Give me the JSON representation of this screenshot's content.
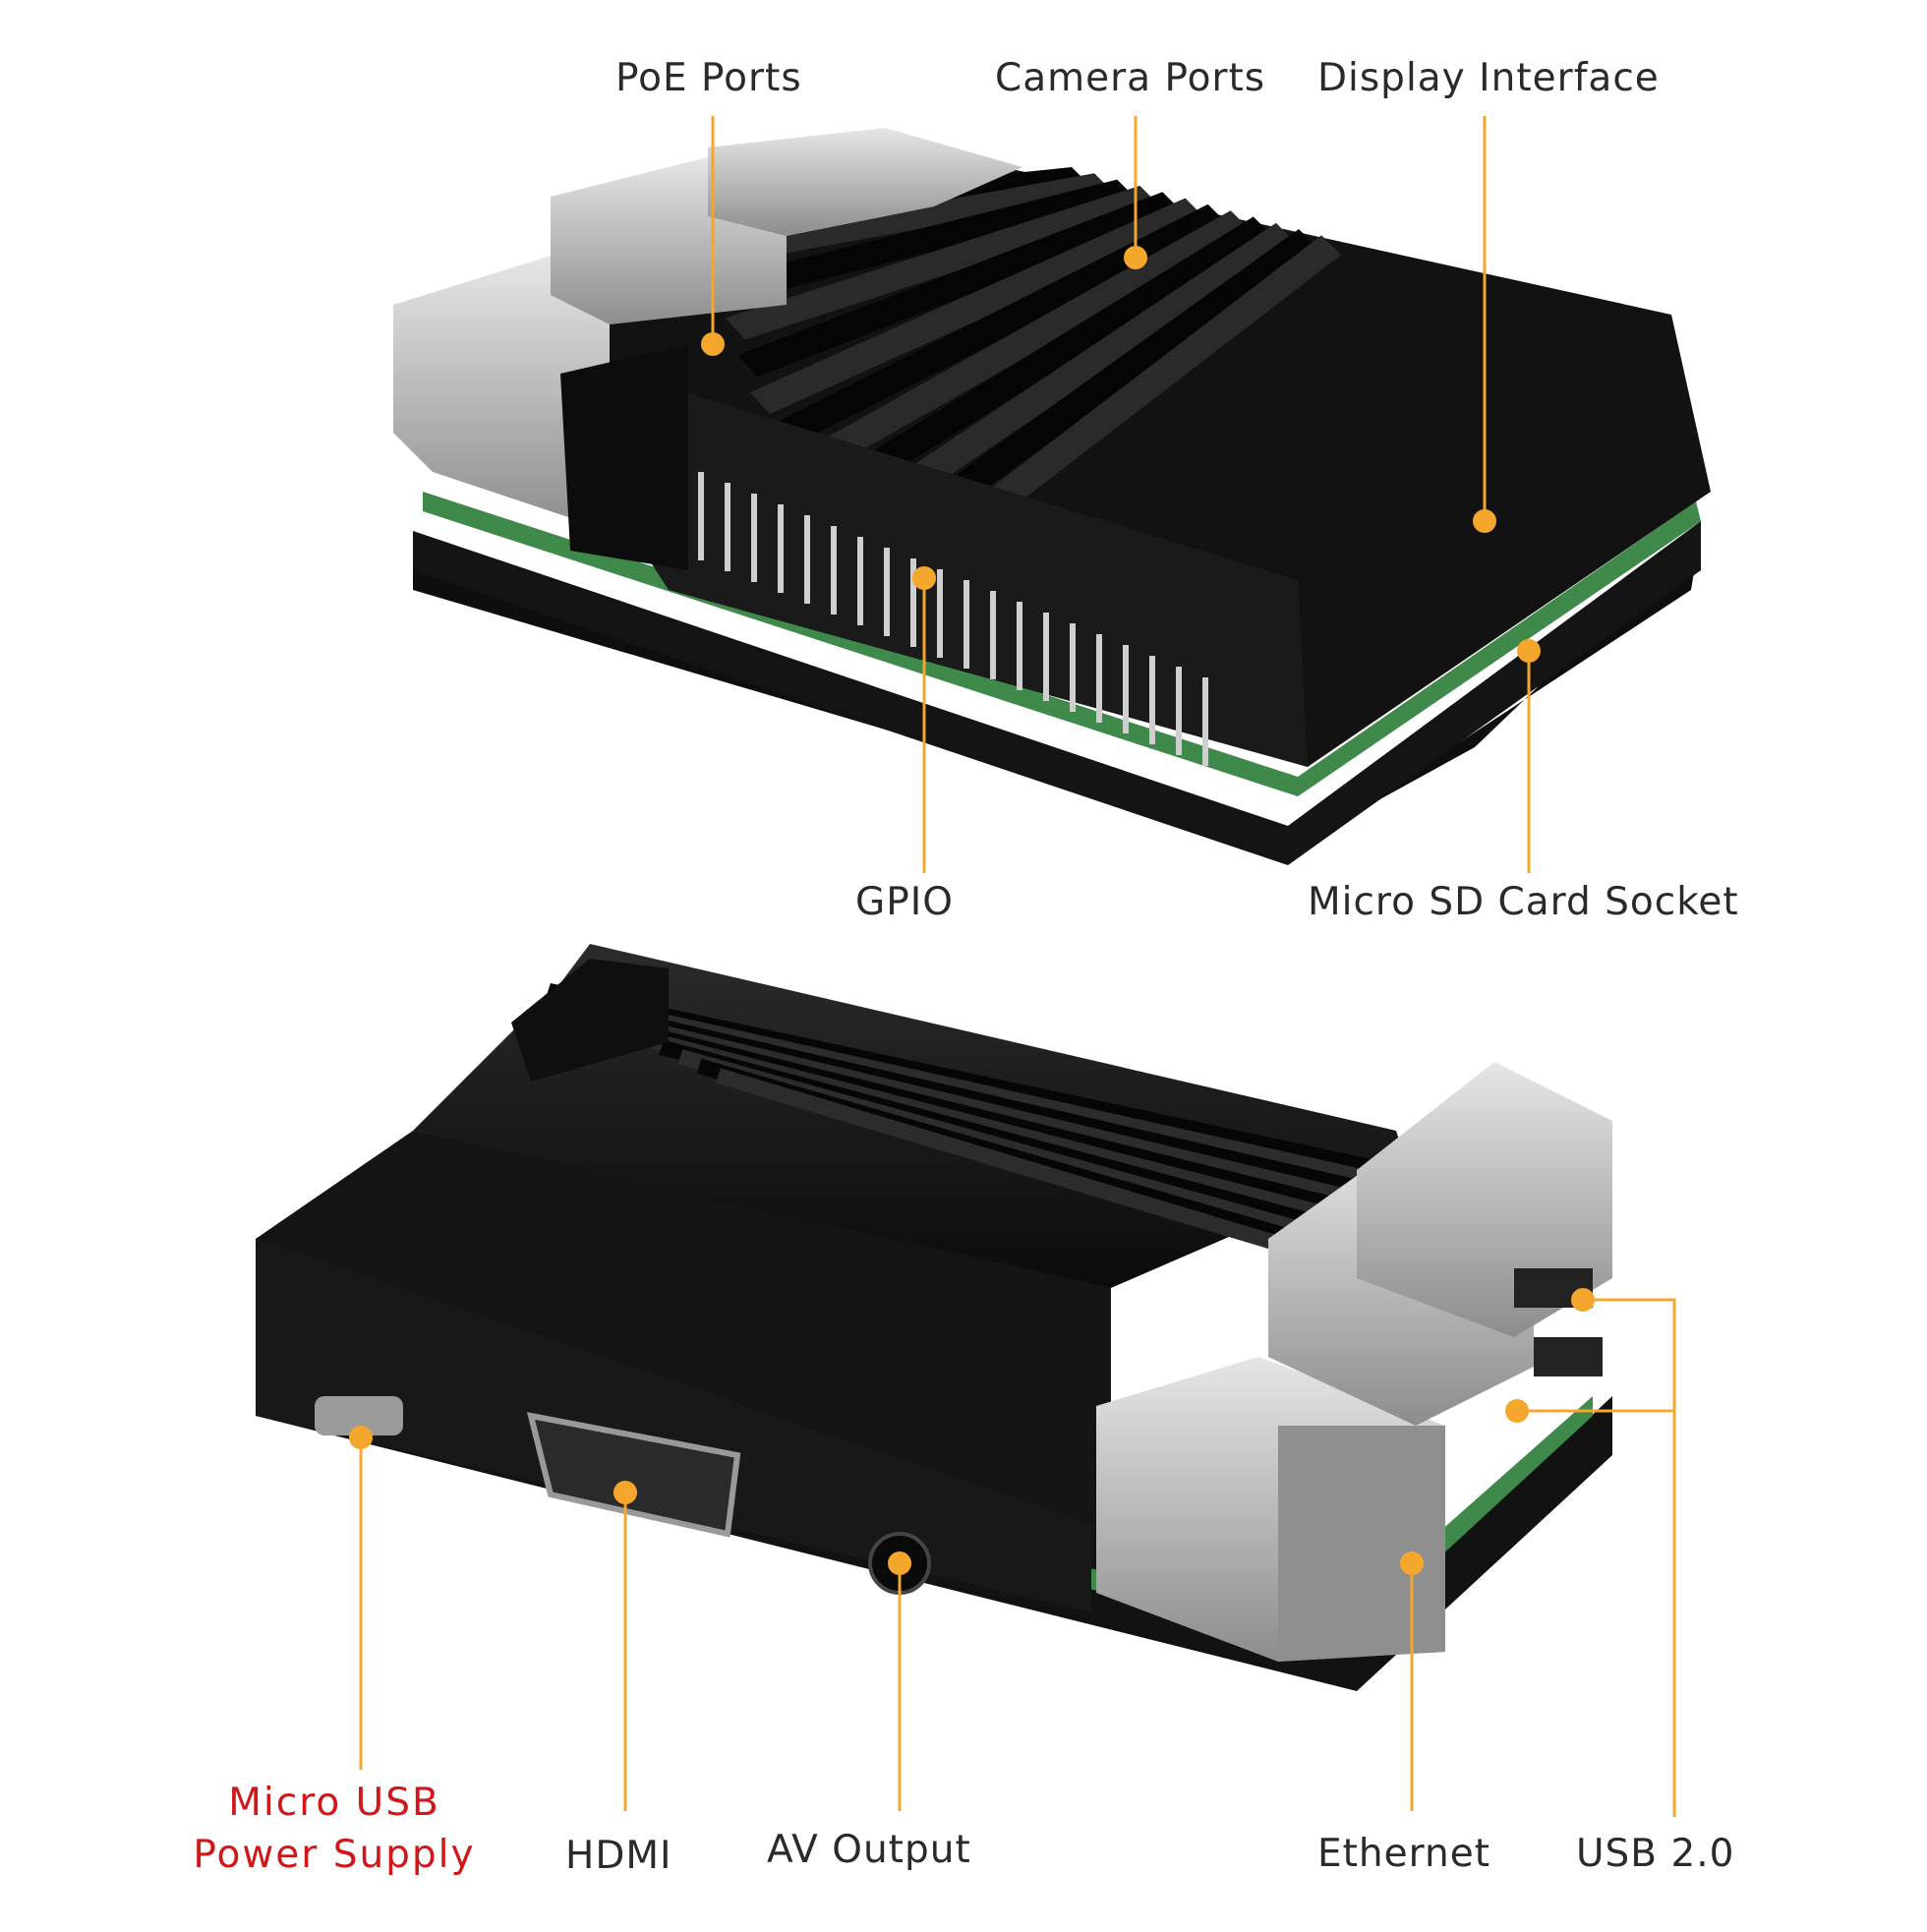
{
  "colors": {
    "leader": "#f4a72c",
    "label_text": "#2a2a2a",
    "power_label": "#d0181a",
    "case": "#111111",
    "pcb": "#3f8a4a",
    "metal": "#b9b9b9"
  },
  "labels": {
    "poe_ports": "PoE Ports",
    "camera_ports": "Camera Ports",
    "display_interface": "Display Interface",
    "gpio": "GPIO",
    "micro_sd": "Micro SD Card Socket",
    "micro_usb_line1": "Micro USB",
    "micro_usb_line2": "Power Supply",
    "hdmi": "HDMI",
    "av_output": "AV Output",
    "ethernet": "Ethernet",
    "usb2": "USB 2.0"
  },
  "icons": {
    "top_view": "raspberry-pi-case-top-view",
    "bottom_view": "raspberry-pi-case-port-side-view"
  }
}
